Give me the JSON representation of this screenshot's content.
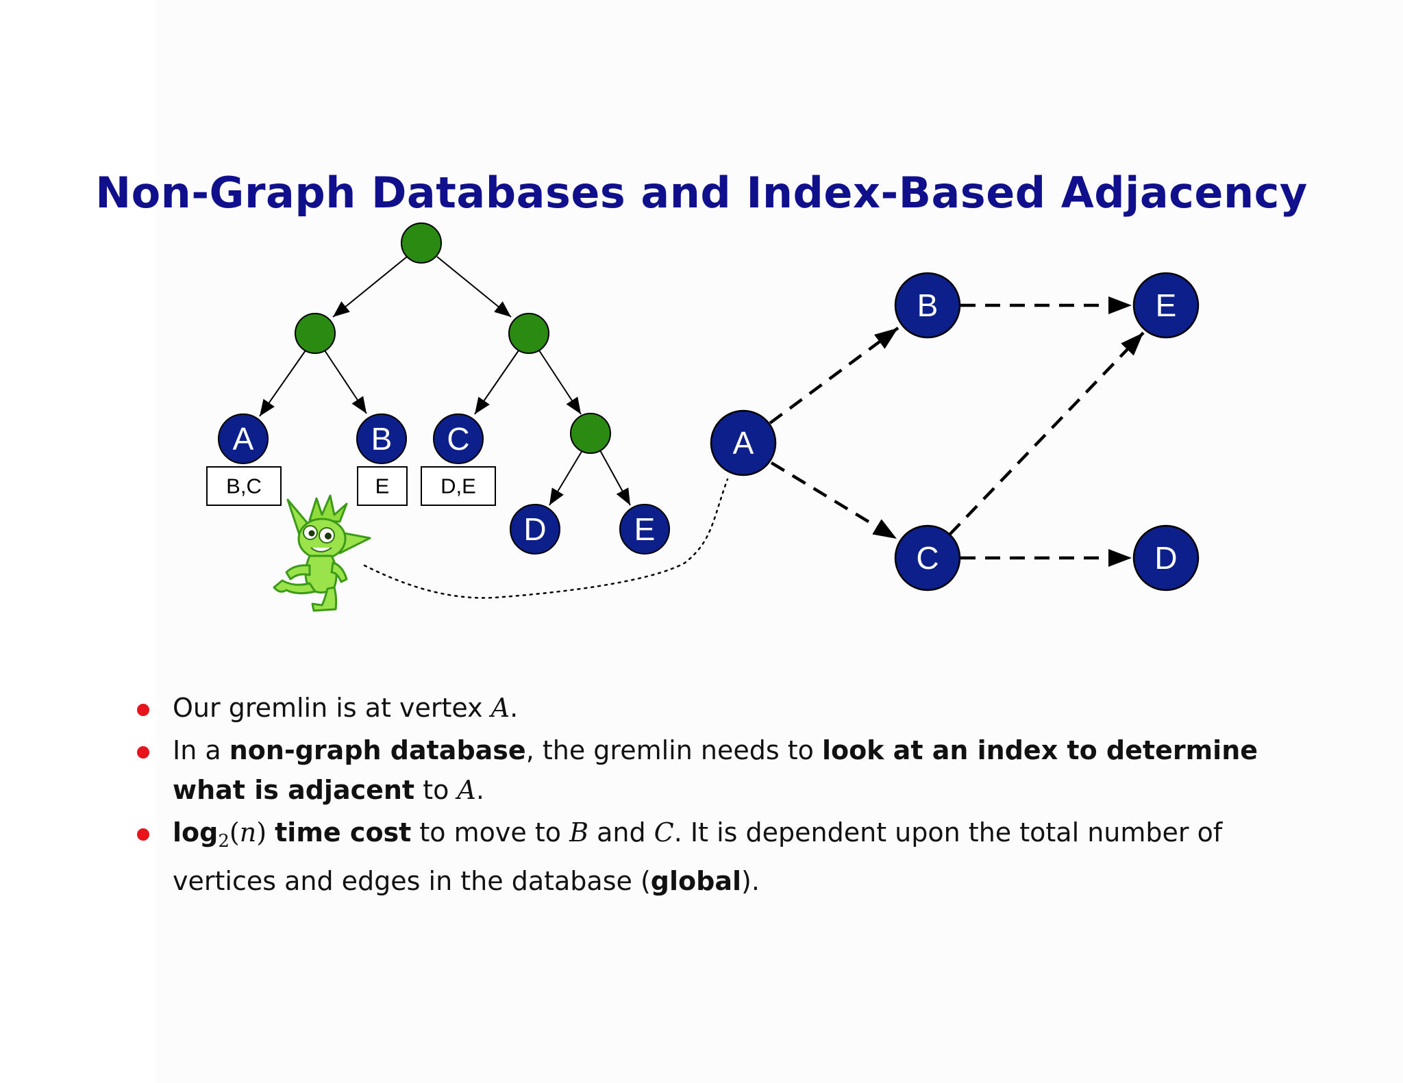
{
  "title": "Non-Graph Databases and Index-Based Adjacency",
  "colors": {
    "title": "#10108c",
    "vertex_fill": "#0d1f8a",
    "index_node_fill": "#2a8a12",
    "bullet": "#e8141b",
    "gremlin": "#9ae34a"
  },
  "index_tree": {
    "leaves": [
      "A",
      "B",
      "C",
      "D",
      "E"
    ],
    "index_boxes": [
      "B,C",
      "E",
      "D,E"
    ]
  },
  "graph": {
    "vertices": [
      "A",
      "B",
      "C",
      "D",
      "E"
    ],
    "edges": [
      [
        "A",
        "B"
      ],
      [
        "A",
        "C"
      ],
      [
        "B",
        "E"
      ],
      [
        "C",
        "E"
      ],
      [
        "C",
        "D"
      ]
    ]
  },
  "icons": {
    "gremlin": "gremlin-mascot-icon"
  },
  "bullets": {
    "b1": {
      "t1": "Our gremlin is at vertex ",
      "m1": "A",
      "t2": "."
    },
    "b2": {
      "t1": "In a ",
      "s1": "non-graph database",
      "t2": ", the gremlin needs to ",
      "s2": "look at an index to determine what is adjacent",
      "t3": " to ",
      "m1": "A",
      "t4": "."
    },
    "b3": {
      "s1": "log",
      "sub": "2",
      "m_open": "(",
      "m_n": "n",
      "m_close": ")",
      "s2": "time cost",
      "t1": " to move to ",
      "m1": "B",
      "t2": " and ",
      "m2": "C",
      "t3": ". It is dependent upon the total number of vertices and edges in the database (",
      "s3": "global",
      "t4": ")."
    }
  }
}
